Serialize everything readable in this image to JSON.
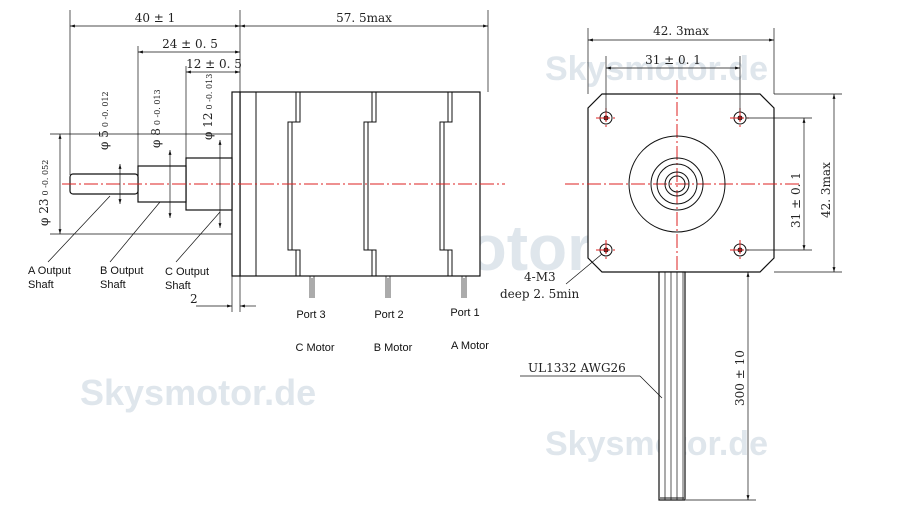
{
  "side_view": {
    "dim_length_40": "40 ± 1",
    "dim_length_24": "24 ± 0. 5",
    "dim_length_12": "12 ± 0. 5",
    "dim_length_motor": "57. 5max",
    "dim_dia_23": "φ 23",
    "dim_dia_23_tol": "0 -0. 052",
    "dim_dia_5": "φ 5",
    "dim_dia_5_tol": "0 -0. 012",
    "dim_dia_8": "φ 8",
    "dim_dia_8_tol": "0 -0. 013",
    "dim_dia_12": "φ 12",
    "dim_dia_12_tol": "0 -0. 013",
    "dim_2": "2",
    "shaft_a": [
      "A Output",
      "Shaft"
    ],
    "shaft_b": [
      "B Output",
      "Shaft"
    ],
    "shaft_c": [
      "C Output",
      "Shaft"
    ],
    "ports": [
      "Port 3",
      "Port 2",
      "Port 1"
    ],
    "motors": [
      "C Motor",
      "B Motor",
      "A Motor"
    ]
  },
  "front_view": {
    "dim_width_max": "42. 3max",
    "dim_hole_spacing": "31 ± 0. 1",
    "dim_hole_spacing_v": "31 ± 0. 1",
    "dim_height_max": "42. 3max",
    "holes_note": "4-M3",
    "holes_depth": "deep 2. 5min",
    "cable_type": "UL1332  AWG26",
    "cable_length": "300 ± 10"
  },
  "watermarks": [
    "SKYSMotor",
    "Skysmotor.de",
    "Skysmotor.de",
    "Skysmotor.de"
  ],
  "colors": {
    "centerline": "#d22222",
    "ink": "#111111",
    "watermark": "#dfe6ec"
  }
}
